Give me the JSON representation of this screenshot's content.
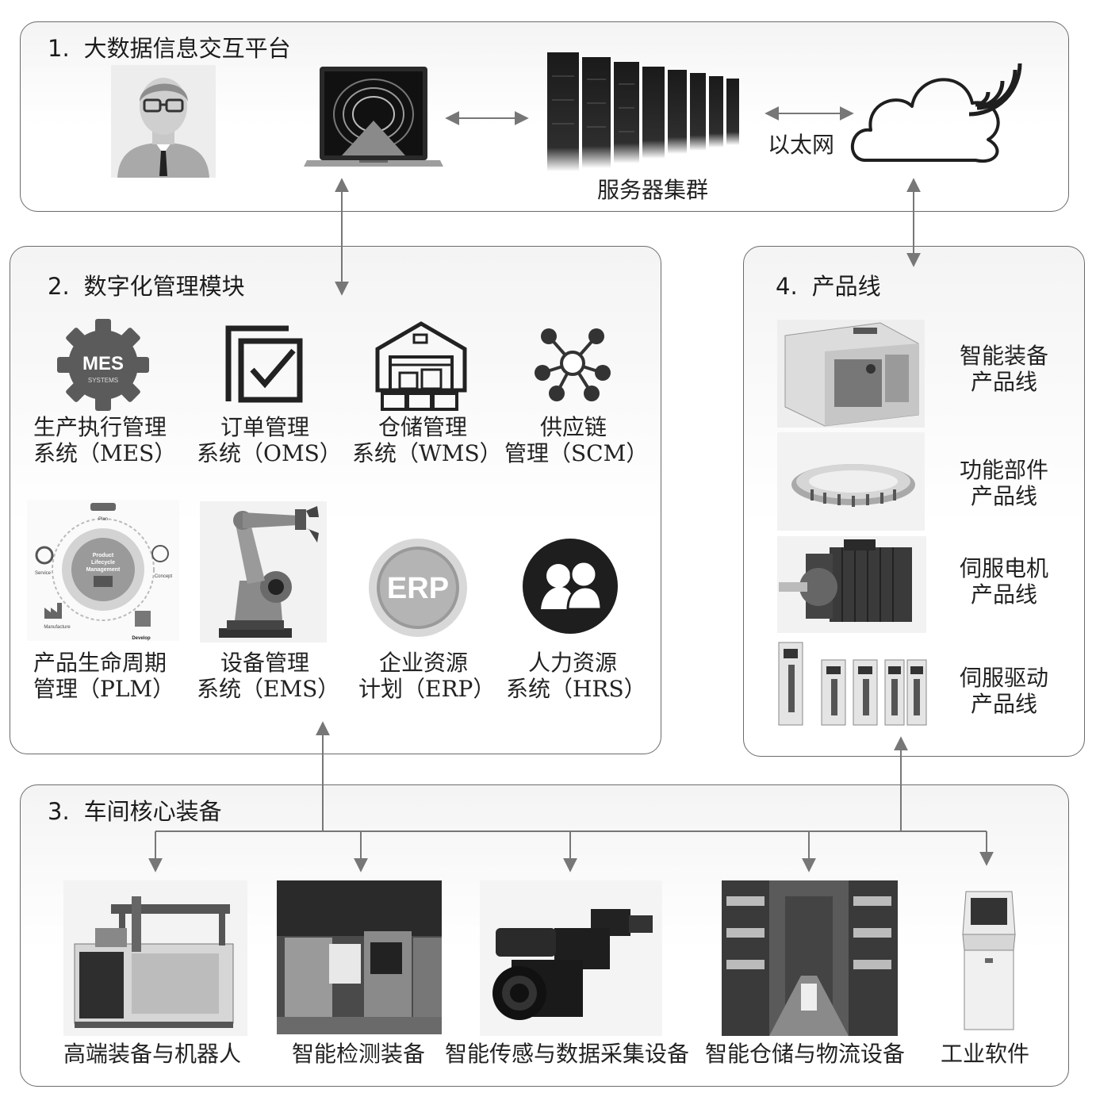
{
  "panel1": {
    "num": "1.",
    "title": "大数据信息交互平台",
    "server_label": "服务器集群",
    "ethernet_label": "以太网",
    "icons": [
      "user-icon",
      "laptop-icon",
      "server-cluster-icon",
      "cloud-wifi-icon"
    ]
  },
  "panel2": {
    "num": "2.",
    "title": "数字化管理模块",
    "modules": [
      {
        "line1": "生产执行管理",
        "line2": "系统（MES）",
        "icon": "mes-gear-icon",
        "icon_text": "MES",
        "icon_sub": "SYSTEMS"
      },
      {
        "line1": "订单管理",
        "line2": "系统（OMS）",
        "icon": "checkbox-icon"
      },
      {
        "line1": "仓储管理",
        "line2": "系统（WMS）",
        "icon": "warehouse-icon"
      },
      {
        "line1": "供应链",
        "line2": "管理（SCM）",
        "icon": "network-icon"
      },
      {
        "line1": "产品生命周期",
        "line2": "管理（PLM）",
        "icon": "plm-cycle-icon",
        "plm": {
          "center1": "Product",
          "center2": "Lifecycle",
          "center3": "Management",
          "plan": "Plan",
          "concept": "Concept",
          "develop": "Develop",
          "manufacture": "Manufacture",
          "service": "Service"
        }
      },
      {
        "line1": "设备管理",
        "line2": "系统（EMS）",
        "icon": "robot-arm-icon"
      },
      {
        "line1": "企业资源",
        "line2": "计划（ERP）",
        "icon": "erp-icon",
        "icon_text": "ERP"
      },
      {
        "line1": "人力资源",
        "line2": "系统（HRS）",
        "icon": "people-icon"
      }
    ]
  },
  "panel3": {
    "num": "3.",
    "title": "车间核心装备",
    "items": [
      {
        "label": "高端装备与机器人",
        "icon": "machine-tool-icon"
      },
      {
        "label": "智能检测装备",
        "icon": "inspection-lab-icon"
      },
      {
        "label": "智能传感与数据采集设备",
        "icon": "camera-sensor-icon"
      },
      {
        "label": "智能仓储与物流设备",
        "icon": "warehouse-racks-icon"
      },
      {
        "label": "工业软件",
        "icon": "kiosk-terminal-icon"
      }
    ]
  },
  "panel4": {
    "num": "4.",
    "title": "产品线",
    "lines": [
      {
        "line1": "智能装备",
        "line2": "产品线",
        "icon": "cnc-machine-icon"
      },
      {
        "line1": "功能部件",
        "line2": "产品线",
        "icon": "bearing-icon"
      },
      {
        "line1": "伺服电机",
        "line2": "产品线",
        "icon": "servo-motor-icon"
      },
      {
        "line1": "伺服驱动",
        "line2": "产品线",
        "icon": "servo-drive-icon"
      }
    ]
  },
  "colors": {
    "border": "#6b6b6b",
    "arrow": "#777777",
    "text": "#222222"
  }
}
